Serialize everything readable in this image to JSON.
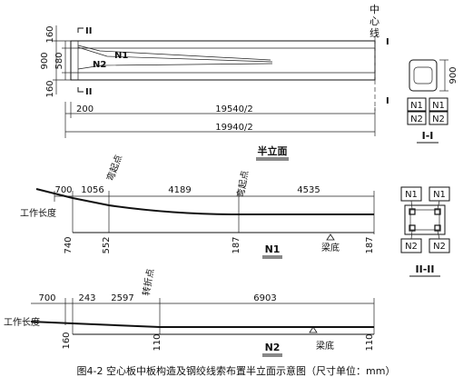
{
  "section_marks": {
    "top": "II",
    "bottom": "II"
  },
  "centerline_label": [
    "中",
    "心",
    "线"
  ],
  "centerline_mark_top": "I",
  "centerline_mark_bottom": "I",
  "elevation_dims": {
    "top": "160",
    "height": "900",
    "mid": "580",
    "bottom": "160"
  },
  "tendon_labels": {
    "n1": "N1",
    "n2": "N2"
  },
  "length_dims": {
    "d200": "200",
    "half_span": "19540/2",
    "full_half": "19940/2"
  },
  "elevation_title": "半立面",
  "n1_profile": {
    "segments": [
      "700",
      "1056",
      "4189",
      "4535"
    ],
    "bend_labels": [
      "弯起点",
      "弯起点"
    ],
    "work_length": "工作长度",
    "heights": [
      "740",
      "552",
      "187",
      "187"
    ],
    "beam_bottom": "梁底",
    "name": "N1"
  },
  "n2_profile": {
    "segments": [
      "700",
      "243",
      "2597",
      "6903"
    ],
    "turn_label": "转折点",
    "work_length": "工作长度",
    "heights": [
      "160",
      "110",
      "110"
    ],
    "beam_bottom": "梁底",
    "name": "N2"
  },
  "section_1": {
    "dim": "900",
    "tendons": [
      "N1",
      "N1",
      "N2",
      "N2"
    ],
    "title": "I-I"
  },
  "section_2": {
    "tendons": [
      "N1",
      "N1",
      "N2",
      "N2"
    ],
    "title": "II-II"
  },
  "caption": "图4-2  空心板中板构造及钢绞线索布置半立面示意图（尺寸单位：mm）"
}
